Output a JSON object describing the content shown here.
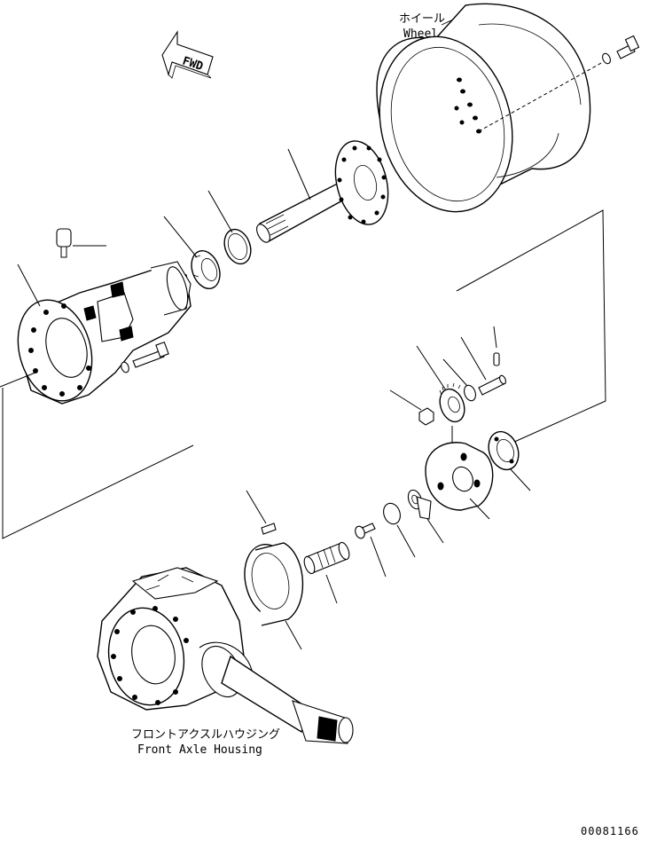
{
  "labels": {
    "wheel_jp": "ホイール",
    "wheel_en": "Wheel",
    "housing_jp": "フロントアクスルハウジング",
    "housing_en": "Front Axle Housing",
    "forward": "FWD"
  },
  "drawing_code": "00081166"
}
